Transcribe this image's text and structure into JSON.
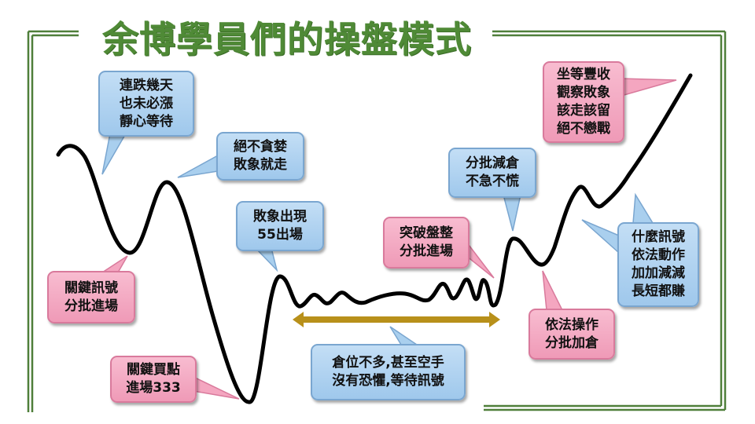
{
  "title": "余博學員們的操盤模式",
  "colors": {
    "frame": "#4f7f3a",
    "title": "#4f8a36",
    "blue": "#a9cfee",
    "pink": "#f4a6c0",
    "arrow": "#b8901a",
    "curve": "#000000"
  },
  "callouts": [
    {
      "id": "c1",
      "color": "blue",
      "lines": [
        "連跌幾天",
        "也未必漲",
        "靜心等待"
      ]
    },
    {
      "id": "c2",
      "color": "blue",
      "lines": [
        "絕不貪婪",
        "敗象就走"
      ]
    },
    {
      "id": "c3",
      "color": "blue",
      "lines": [
        "敗象出現",
        "55出場"
      ]
    },
    {
      "id": "c4",
      "color": "pink",
      "lines": [
        "關鍵訊號",
        "分批進場"
      ]
    },
    {
      "id": "c5",
      "color": "pink",
      "lines": [
        "關鍵買點",
        "進場333"
      ]
    },
    {
      "id": "c6",
      "color": "pink",
      "lines": [
        "突破盤整",
        "分批進場"
      ]
    },
    {
      "id": "c7",
      "color": "blue",
      "lines": [
        "倉位不多,甚至空手",
        "沒有恐懼,等待訊號"
      ]
    },
    {
      "id": "c8",
      "color": "blue",
      "lines": [
        "分批減倉",
        "不急不慌"
      ]
    },
    {
      "id": "c9",
      "color": "pink",
      "lines": [
        "坐等豐收",
        "觀察敗象",
        "該走該留",
        "絕不戀戰"
      ]
    },
    {
      "id": "c10",
      "color": "blue",
      "lines": [
        "什麼訊號",
        "依法動作",
        "加加減減",
        "長短都賺"
      ]
    },
    {
      "id": "c11",
      "color": "pink",
      "lines": [
        "依法操作",
        "分批加倉"
      ]
    }
  ]
}
